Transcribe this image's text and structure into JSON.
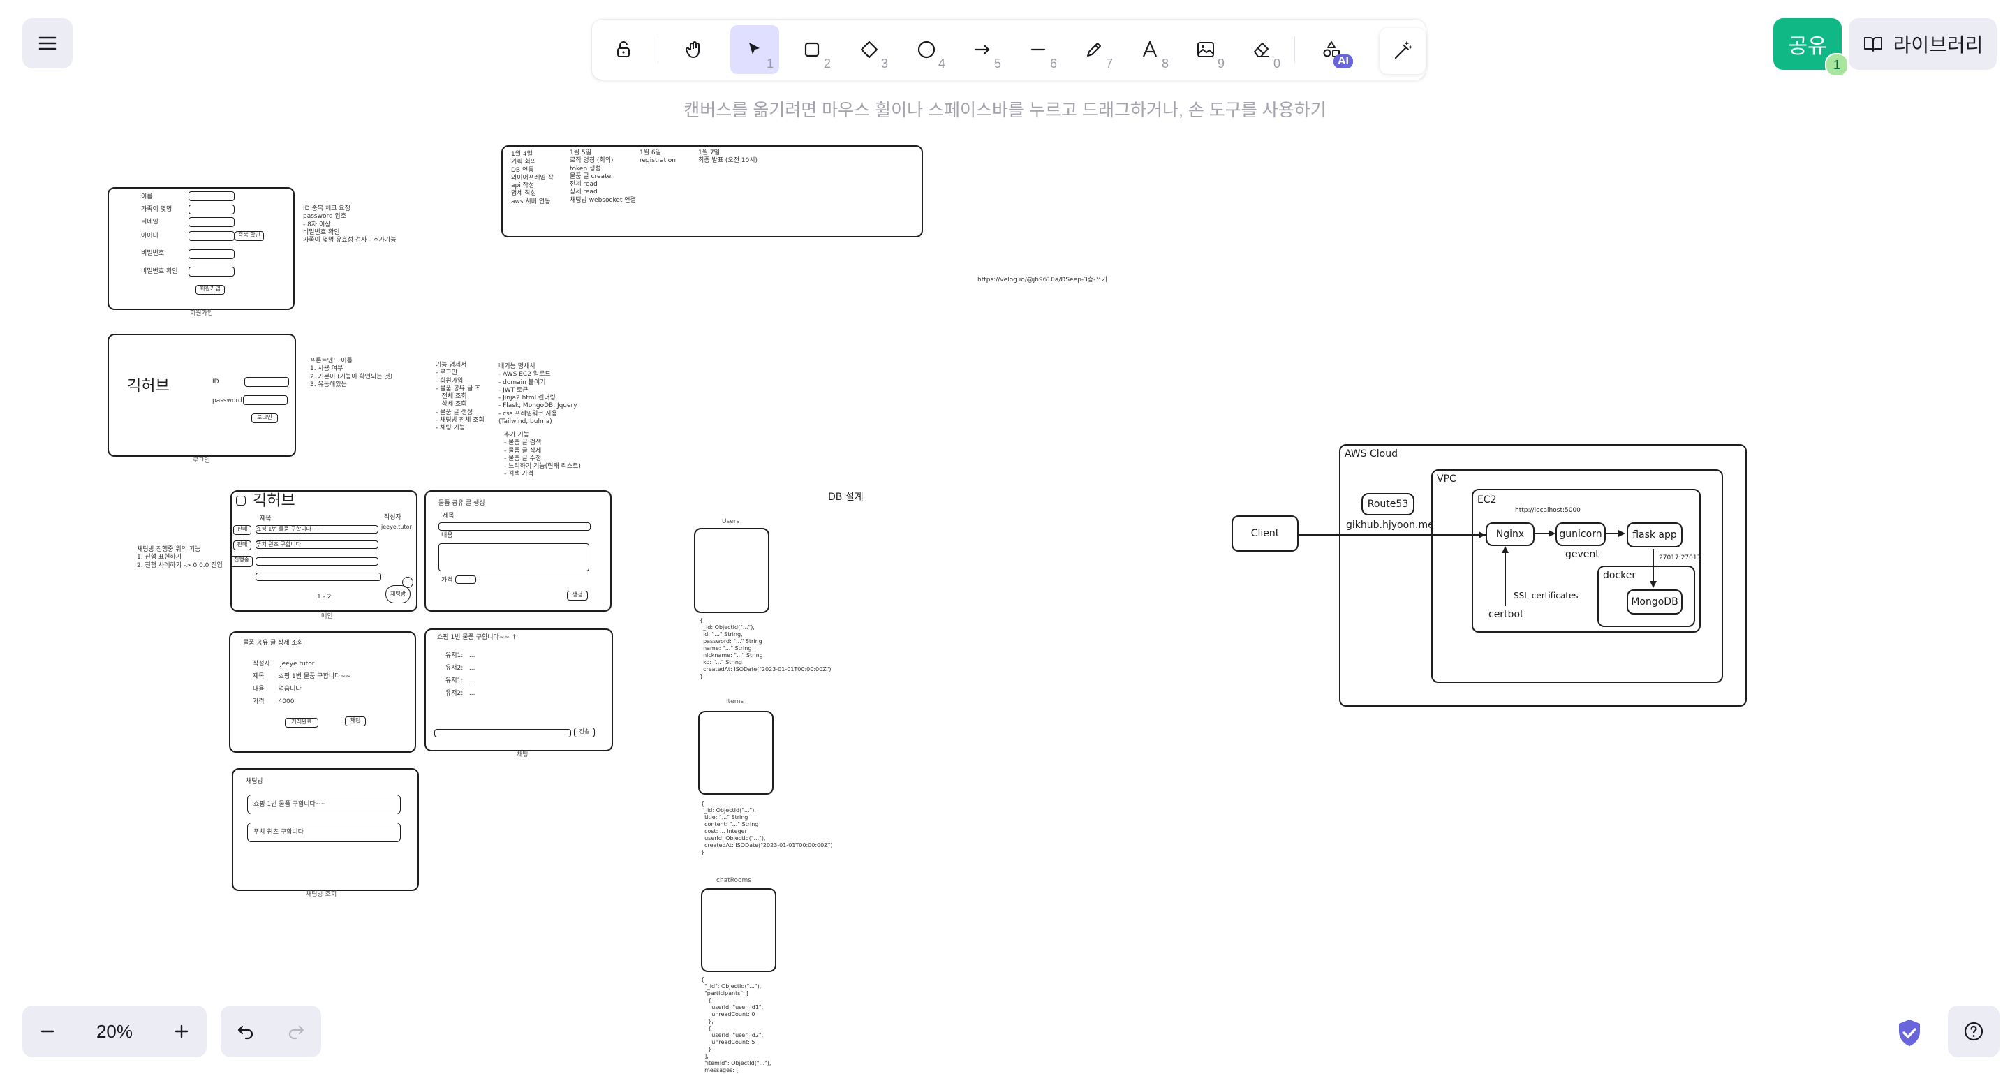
{
  "app": {
    "hint": "캔버스를 옮기려면 마우스 휠이나 스페이스바를 누르고 드래그하거나, 손 도구를 사용하기",
    "share_label": "공유",
    "share_count": "1",
    "library_label": "라이브러리",
    "zoom_level": "20%"
  },
  "tools": [
    {
      "name": "lock-tool",
      "icon": "unlock-icon",
      "key": ""
    },
    {
      "name": "hand-tool",
      "icon": "hand-icon",
      "key": ""
    },
    {
      "name": "selection-tool",
      "icon": "cursor-arrow-icon",
      "key": "1"
    },
    {
      "name": "rectangle-tool",
      "icon": "square-icon",
      "key": "2"
    },
    {
      "name": "diamond-tool",
      "icon": "diamond-icon",
      "key": "3"
    },
    {
      "name": "ellipse-tool",
      "icon": "circle-icon",
      "key": "4"
    },
    {
      "name": "arrow-tool",
      "icon": "arrow-right-icon",
      "key": "5"
    },
    {
      "name": "line-tool",
      "icon": "line-icon",
      "key": "6"
    },
    {
      "name": "draw-tool",
      "icon": "pencil-icon",
      "key": "7"
    },
    {
      "name": "text-tool",
      "icon": "text-icon",
      "key": "8"
    },
    {
      "name": "image-tool",
      "icon": "image-icon",
      "key": "9"
    },
    {
      "name": "eraser-tool",
      "icon": "eraser-icon",
      "key": "0"
    },
    {
      "name": "more-shapes-tool",
      "icon": "shapes-icon",
      "key": "",
      "badge": "AI"
    }
  ],
  "canvas": {
    "signup": {
      "fields": [
        "이름",
        "가족이 몇명",
        "닉네임",
        "아이디",
        "비밀번호",
        "비밀번호 확인"
      ],
      "dup_check": "중복 확인",
      "submit": "회원가입",
      "caption": "회원가입",
      "notes": "ID 중복 체크 요청\npassword 암호\n- 8자 이상\n비밀번호 확인\n가족이 몇명 유효성 검사 - 추가기능"
    },
    "login": {
      "logo": "긱허브",
      "id_label": "ID",
      "pw_label": "password",
      "button": "로그인",
      "caption": "로그인",
      "notes": "프론트엔드 이름\n1. 사용 여부\n2. 기본이 (기능이 확인되는 것)\n3. 유동해있는"
    },
    "features": {
      "left": "기능 명세서\n- 로그인\n- 회원가입\n- 물품 공유 글 조\n   전체 조회\n   상세 조회\n- 물품 글 생성\n- 채팅방 전체 조회\n- 채팅 기능",
      "right": "배기능 명세서\n- AWS EC2 업로드\n- domain 붙이기\n- JWT 토큰\n- Jinja2 html 렌더링\n- Flask, MongoDB, Jquery\n- css 프레임워크 사용\n(Tailwind, bulma)",
      "extra": "추가 기능\n- 물품 글 검색\n- 물품 글 삭제\n- 물품 글 수정\n- 느리하기 기능(현재 리스트)\n- 검색 가격"
    },
    "schedule": {
      "col1": "1월 4일\n기획 회의\nDB 연동\n와이어프레임 작\napi 작성\n명세 작성\naws 서버 연동",
      "col2": "1월 5일\n로직 명칭 (회의)\ntoken 생성\n물품 글 create\n전체 read\n상세 read\n채팅방 websocket 연결",
      "col3": "1월 6일\nregistration",
      "col4": "1월 7일\n최종 발표 (오전 10시)"
    },
    "link_note": "https://velog.io/@jh9610a/DSeep-3층-쓰기",
    "main_page": {
      "logo": "긱허브",
      "col_title": "제목",
      "col_author": "작성자",
      "author_value": "jeeye.tutor",
      "row1": "쇼핑 1번 물품 구합니다~~",
      "row2": "푸치 원츠 구합니다",
      "tag1": "판매",
      "tag2": "판매",
      "tag3": "진행중",
      "pager": "1 - 2",
      "chat_btn": "채팅방",
      "caption": "메인",
      "side_note": "채팅방 진행중 위의 기능\n1. 진행 표현하기\n2. 진행 사례하기 -> 0.0.0 진입"
    },
    "create_post": {
      "title": "물품 공유 글 생성",
      "f_title": "제목",
      "f_content": "내용",
      "f_price": "가격",
      "submit": "생성"
    },
    "detail": {
      "title": "물품 공유 글 상세 조회",
      "rows": "작성자     jeeye.tutor\n제목       쇼핑 1번 물품 구합니다~~\n내용       먹습니다\n가격       4000",
      "btn1": "거래완료",
      "btn2": "채팅"
    },
    "chat": {
      "title": "쇼핑 1번 물품 구합니다~~ ↑",
      "lines": "유저1:   ...\n유저2:   ...\n유저1:   ...\n유저2:   ...",
      "send": "전송",
      "caption": "채팅"
    },
    "chat_list": {
      "title": "채팅방",
      "item1": "쇼핑 1번 물품 구합니다~~",
      "item2": "푸치 원츠 구합니다",
      "caption": "채팅방 조회"
    },
    "db": {
      "title": "DB 설계",
      "users_label": "Users",
      "users_schema": "{\n  _id: ObjectId(\"...\"),\n  id: \"...\" String,\n  password: \"...\" String\n  name: \"...\" String\n  nickname: \"...\" String\n  ko: \"...\" String\n  createdAt: ISODate(\"2023-01-01T00:00:00Z\")\n}",
      "items_label": "Items",
      "items_schema": "{\n  _id: ObjectId(\"...\"),\n  title: \"...\" String\n  content: \"...\" String\n  cost: ... Integer\n  userId: ObjectId(\"...\"),\n  createdAt: ISODate(\"2023-01-01T00:00:00Z\")\n}",
      "chat_label": "chatRooms",
      "chat_schema": "{\n  \"_id\": ObjectId(\"...\"),\n  \"participants\": [\n    {\n      userId: \"user_id1\",\n      unreadCount: 0\n    },\n    {\n      userId: \"user_id2\",\n      unreadCount: 5\n    }\n  ],\n  \"itemId\": ObjectId(\"...\"),\n  messages: ["
    },
    "aws": {
      "cloud": "AWS Cloud",
      "vpc": "VPC",
      "ec2": "EC2",
      "client": "Client",
      "route53": "Route53",
      "domain": "gikhub.hjyoon.me",
      "nginx": "Nginx",
      "gunicorn": "gunicorn",
      "flask": "flask app",
      "gevent": "gevent",
      "localhost": "http://localhost:5000",
      "port": "27017:27017",
      "docker": "docker",
      "mongodb": "MongoDB",
      "ssl": "SSL certificates",
      "certbot": "certbot"
    }
  }
}
